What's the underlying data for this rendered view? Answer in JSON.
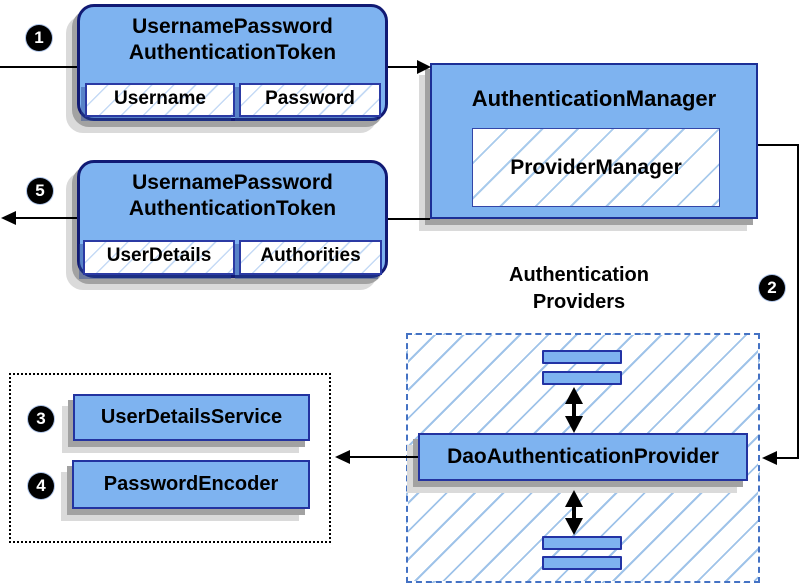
{
  "badges": {
    "step1": "1",
    "step2": "2",
    "step3": "3",
    "step4": "4",
    "step5": "5"
  },
  "nodes": {
    "request_token": {
      "title_line1": "UsernamePassword",
      "title_line2": "AuthenticationToken",
      "field1": "Username",
      "field2": "Password"
    },
    "authentication_manager": {
      "title": "AuthenticationManager",
      "inner": "ProviderManager"
    },
    "response_token": {
      "title_line1": "UsernamePassword",
      "title_line2": "AuthenticationToken",
      "field1": "UserDetails",
      "field2": "Authorities"
    },
    "providers_group": {
      "title_line1": "Authentication",
      "title_line2": "Providers"
    },
    "dao_provider": {
      "title": "DaoAuthenticationProvider"
    },
    "user_details_service": {
      "title": "UserDetailsService"
    },
    "password_encoder": {
      "title": "PasswordEncoder"
    }
  },
  "colors": {
    "node_fill": "#7EB3F0",
    "node_border_dark": "#111a74",
    "node_border": "#2333a0",
    "hatch_line": "#9fc3e9",
    "dashed_border": "#4472C4",
    "shadow_dark": "#a2a2a2",
    "shadow_light": "#dadada",
    "connector": "#000000",
    "badge_bg": "#000000",
    "badge_text": "#ffffff"
  }
}
